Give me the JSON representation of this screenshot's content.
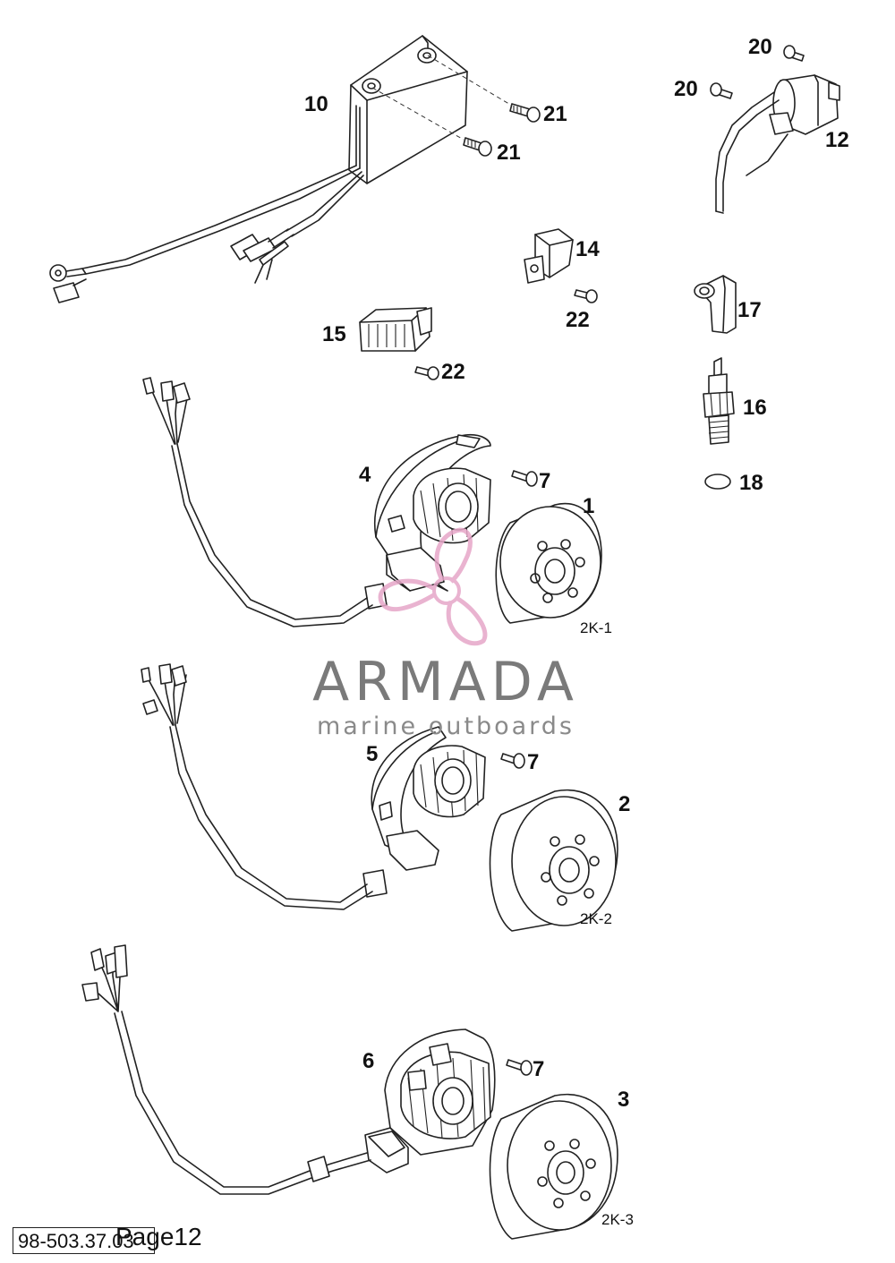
{
  "parts": {
    "p10": "10",
    "p21a": "21",
    "p21b": "21",
    "p20a": "20",
    "p20b": "20",
    "p12": "12",
    "p14": "14",
    "p22a": "22",
    "p15": "15",
    "p22b": "22",
    "p17": "17",
    "p16": "16",
    "p18": "18",
    "p4": "4",
    "p7a": "7",
    "p1": "1",
    "p5": "5",
    "p7b": "7",
    "p2": "2",
    "p6": "6",
    "p7c": "7",
    "p3": "3"
  },
  "groups": {
    "g1": "2K-1",
    "g2": "2K-2",
    "g3": "2K-3"
  },
  "watermark": {
    "title": "ARMADA",
    "subtitle": "marine outboards",
    "logo_icon": "propeller-logo-icon",
    "logo_color": "#e6a6c8",
    "text_color": "#7a7a7a"
  },
  "footer": {
    "doc_code": "98-503.37.03",
    "page": "Page12"
  }
}
